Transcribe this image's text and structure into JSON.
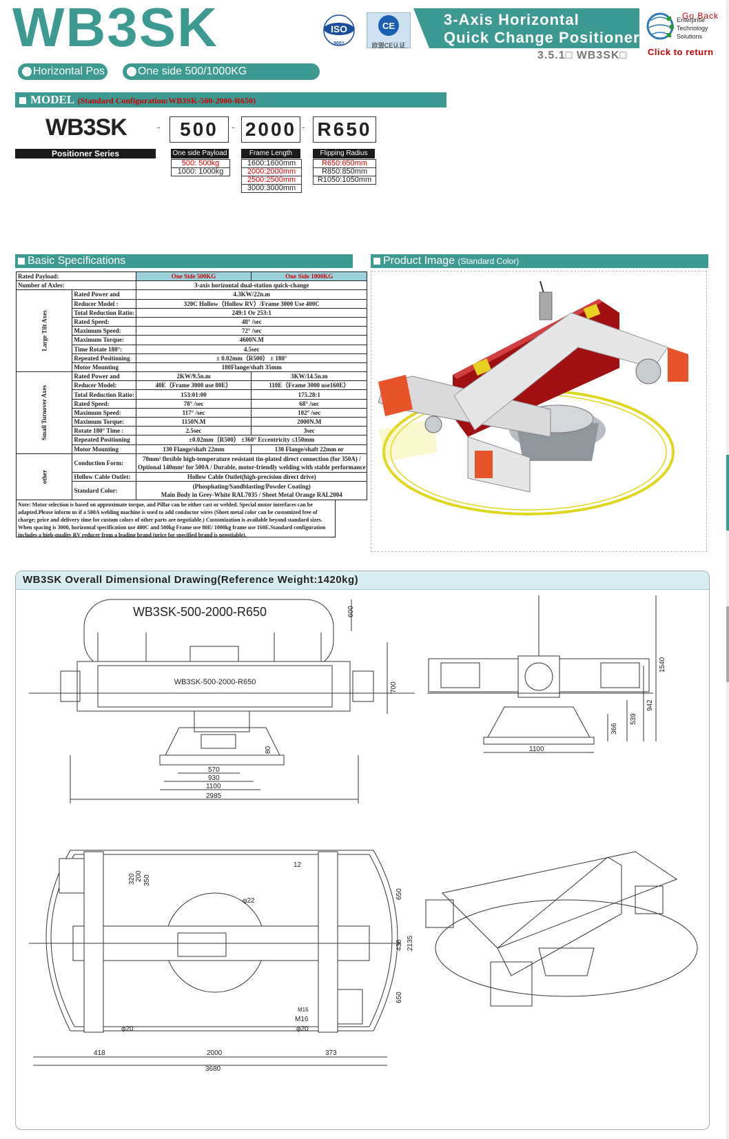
{
  "header": {
    "model_title": "WB3SK",
    "banner_line1": "3-Axis Horizontal",
    "banner_line2": "Quick Change Positioner",
    "section_number": "3.5.1□ WB3SK□",
    "iso_label": "ISO",
    "iso_sub": "9001",
    "ce_label": "欧盟CE认证",
    "back_label": "Go Back",
    "logo_lines": [
      "Enterprise",
      "Technology",
      "Solutions"
    ],
    "return_label": "Click to return"
  },
  "pills": [
    "Horizontal Pos",
    "One side 500/1000KG"
  ],
  "model": {
    "heading": "MODEL",
    "standard_config": "(Standard Configuration:WB3SK-500-2000-R650)",
    "series_code": "WB3SK",
    "code_payload": "500",
    "code_frame": "2000",
    "code_radius": "R650",
    "series_label": "Positioner Series",
    "payload_label": "One side Payload",
    "payload_options": [
      "500: 500kg",
      "1000: 1000kg"
    ],
    "frame_label": "Frame Length",
    "frame_options": [
      "1600:1600mm",
      "2000:2000mm",
      "2500:2500mm",
      "3000:3000mm"
    ],
    "radius_label": "Flipping Radius",
    "radius_options": [
      "R650:650mm",
      "R850:850mm",
      "R1050:1050mm"
    ]
  },
  "basic_spec": {
    "heading": "Basic Specifications",
    "col1": "One Side 500KG",
    "col2": "One Side 1000KG",
    "group_large": "Large Tilt Axes",
    "group_small": "Small Turnover Axes",
    "group_other": "other",
    "rows_top": [
      {
        "label": "Rated Payload:",
        "v": ""
      },
      {
        "label": "Number of Axles:",
        "v": "3-axis horizontal dual-station quick-change"
      }
    ],
    "rows_large": [
      {
        "label": "Rated Power and",
        "v": "4.3KW/22n.m"
      },
      {
        "label": "Reducer Model :",
        "v": "320C Hollow（Hollow RV）/Frame 3000 Use 400C"
      },
      {
        "label": "Total Reduction Ratio:",
        "v": "249:1 Or 253:1"
      },
      {
        "label": "Rated Speed:",
        "v": "48° /sec"
      },
      {
        "label": "Maximum Speed:",
        "v": "72° /sec"
      },
      {
        "label": "Maximum Torque:",
        "v": "4600N.M"
      },
      {
        "label": "Time Rotate 180°:",
        "v": "4.5sec"
      },
      {
        "label": "Repeated Positioning",
        "v": "± 0.02mm（R500） ± 180°"
      },
      {
        "label": "Motor Mounting",
        "v": "180Flange/shaft 35mm"
      }
    ],
    "rows_small": [
      {
        "label": "Rated Power and",
        "a": "2KW/9.5n.m",
        "b": "3KW/14.5n.m"
      },
      {
        "label": "Reducer Model:",
        "a": "40E（Frame 3000 use 80E）",
        "b": "110E（Frame 3000 use160E）"
      },
      {
        "label": "Total Reduction Ratio:",
        "a": "153:01:00",
        "b": "175.28:1"
      },
      {
        "label": "Rated Speed:",
        "a": "78° /sec",
        "b": "68° /sec"
      },
      {
        "label": "Maximum Speed:",
        "a": "117° /sec",
        "b": "102° /sec"
      },
      {
        "label": "Maximum Torque:",
        "a": "1150N.M",
        "b": "2000N.M"
      },
      {
        "label": "Rotate 180° Time :",
        "a": "2.5sec",
        "b": "3sec"
      },
      {
        "label": "Repeated Positioning",
        "v": "±0.02mm（R500） ±360°  Eccentricity ≤150mm"
      },
      {
        "label": "Motor Mounting",
        "a": "130 Flange/shaft 22mm",
        "b": "130 Flange/shaft 22mm or"
      }
    ],
    "rows_other": [
      {
        "label": "Conduction Form:",
        "v1": "70mm²  flexible high-temperature resistant tin-plated direct connection (for 350A) /",
        "v2": "Optional 140mm²  for 500A / Durable, motor-friendly welding with stable performance"
      },
      {
        "label": "Hollow Cable Outlet:",
        "v1": "Hollow Cable Outlet(high-precision direct drive)"
      },
      {
        "label": "Standard Color:",
        "v1": "(Phosphating/Sandblasting/Powder Coating)",
        "v2": "Main Body in Grey-White RAL7035 / Sheet Metal Orange RAL2004"
      }
    ],
    "note": "Note: Motor selection is based on approximate torque, and Pillar can be either cast or welded. Special motor interfaces can be adapted.Please inform us if a 500A welding machine is used to add conductor wires (Sheet metal color can be customized free of charge; price and delivery time for custom colors of other parts are negotiable.) Customization is available beyond standard sizes. When spacing is 3000, horizontal specification use 400C and 500kg Frame use  80E/ 1000kg frame use 160E.Standard configuration includes a high-quality RV reducer from a leading brand (price for specified brand is negotiable)."
  },
  "product_image": {
    "heading": "Product Image",
    "sub": "(Standard Color)"
  },
  "drawing": {
    "heading": "WB3SK Overall Dimensional Drawing(Reference Weight:1420kg)",
    "label_top": "WB3SK-500-2000-R650",
    "label_inner": "WB3SK-500-2000-R650",
    "dims_front": [
      "600",
      "700",
      "80",
      "570",
      "930",
      "1100",
      "2985"
    ],
    "dims_side": [
      "1540",
      "942",
      "539",
      "366",
      "1100"
    ],
    "dims_top": [
      "200",
      "320",
      "350",
      "12",
      "φ22",
      "650",
      "436",
      "2135",
      "650",
      "M16",
      "M16",
      "φ20",
      "φ20",
      "418",
      "2000",
      "373",
      "3680"
    ]
  },
  "colors": {
    "accent": "#3d9a93",
    "orange": "#e8542a",
    "red_panel": "#a01010",
    "yellow": "#e8e020"
  }
}
